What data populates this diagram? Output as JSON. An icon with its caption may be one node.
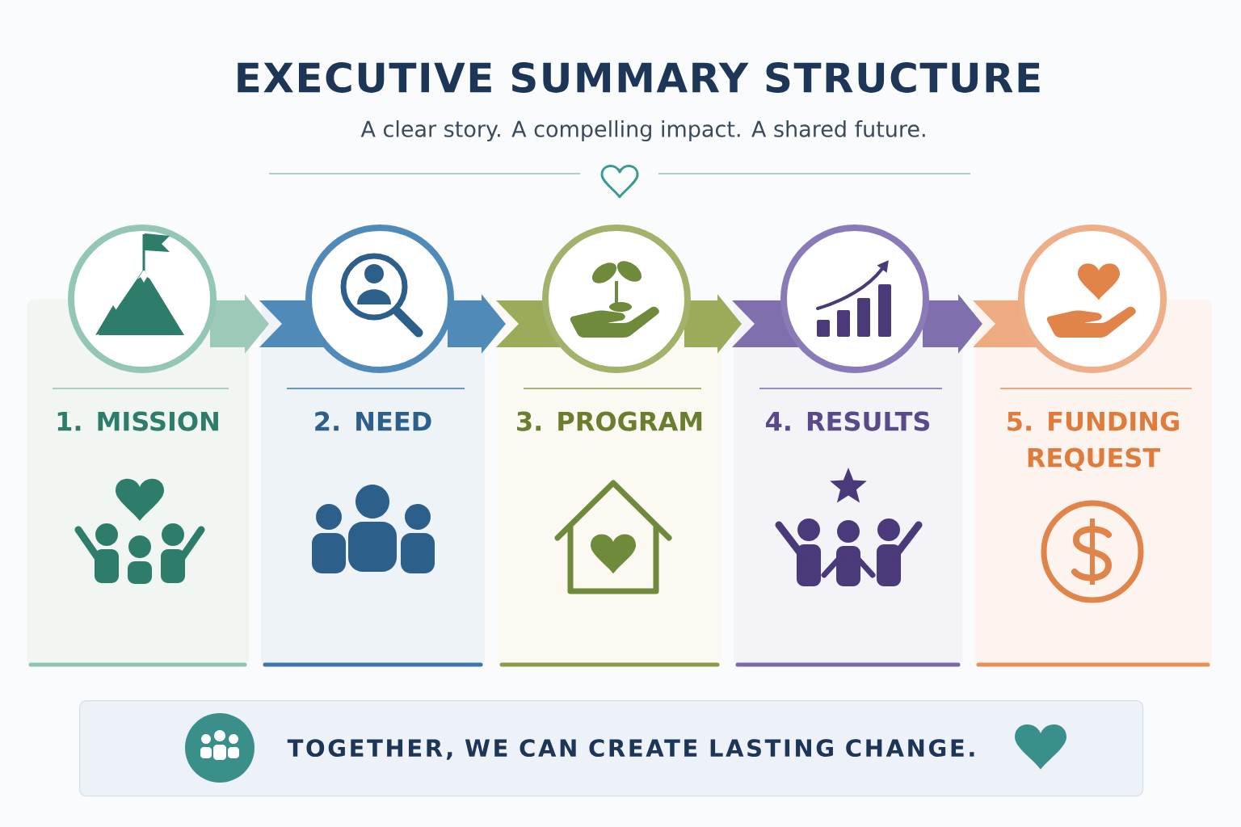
{
  "diagram": {
    "title": "EXECUTIVE SUMMARY STRUCTURE",
    "nodes": [
      {
        "text": [
          "1. MISSION"
        ]
      },
      {
        "text": [
          "2. NEED"
        ]
      },
      {
        "text": [
          "3. PROGRAM"
        ]
      },
      {
        "text": [
          "4. RESULTS"
        ]
      },
      {
        "text": [
          "5. FUNDING REQUEST"
        ]
      },
      {
        "text": [
          "TOGETHER, WE CAN CREATE LASTING CHANGE."
        ]
      }
    ],
    "edges": [
      {
        "from": 0,
        "to": 1,
        "arrow": "to",
        "color": "#9cc9b8"
      },
      {
        "from": 1,
        "to": 2,
        "arrow": "to",
        "color": "#4f8ab8"
      },
      {
        "from": 2,
        "to": 3,
        "arrow": "to",
        "color": "#9aab5a"
      },
      {
        "from": 3,
        "to": 4,
        "arrow": "to",
        "color": "#7f6fad"
      }
    ],
    "labels": [
      "A clear story. A compelling impact. A shared future."
    ]
  }
}
